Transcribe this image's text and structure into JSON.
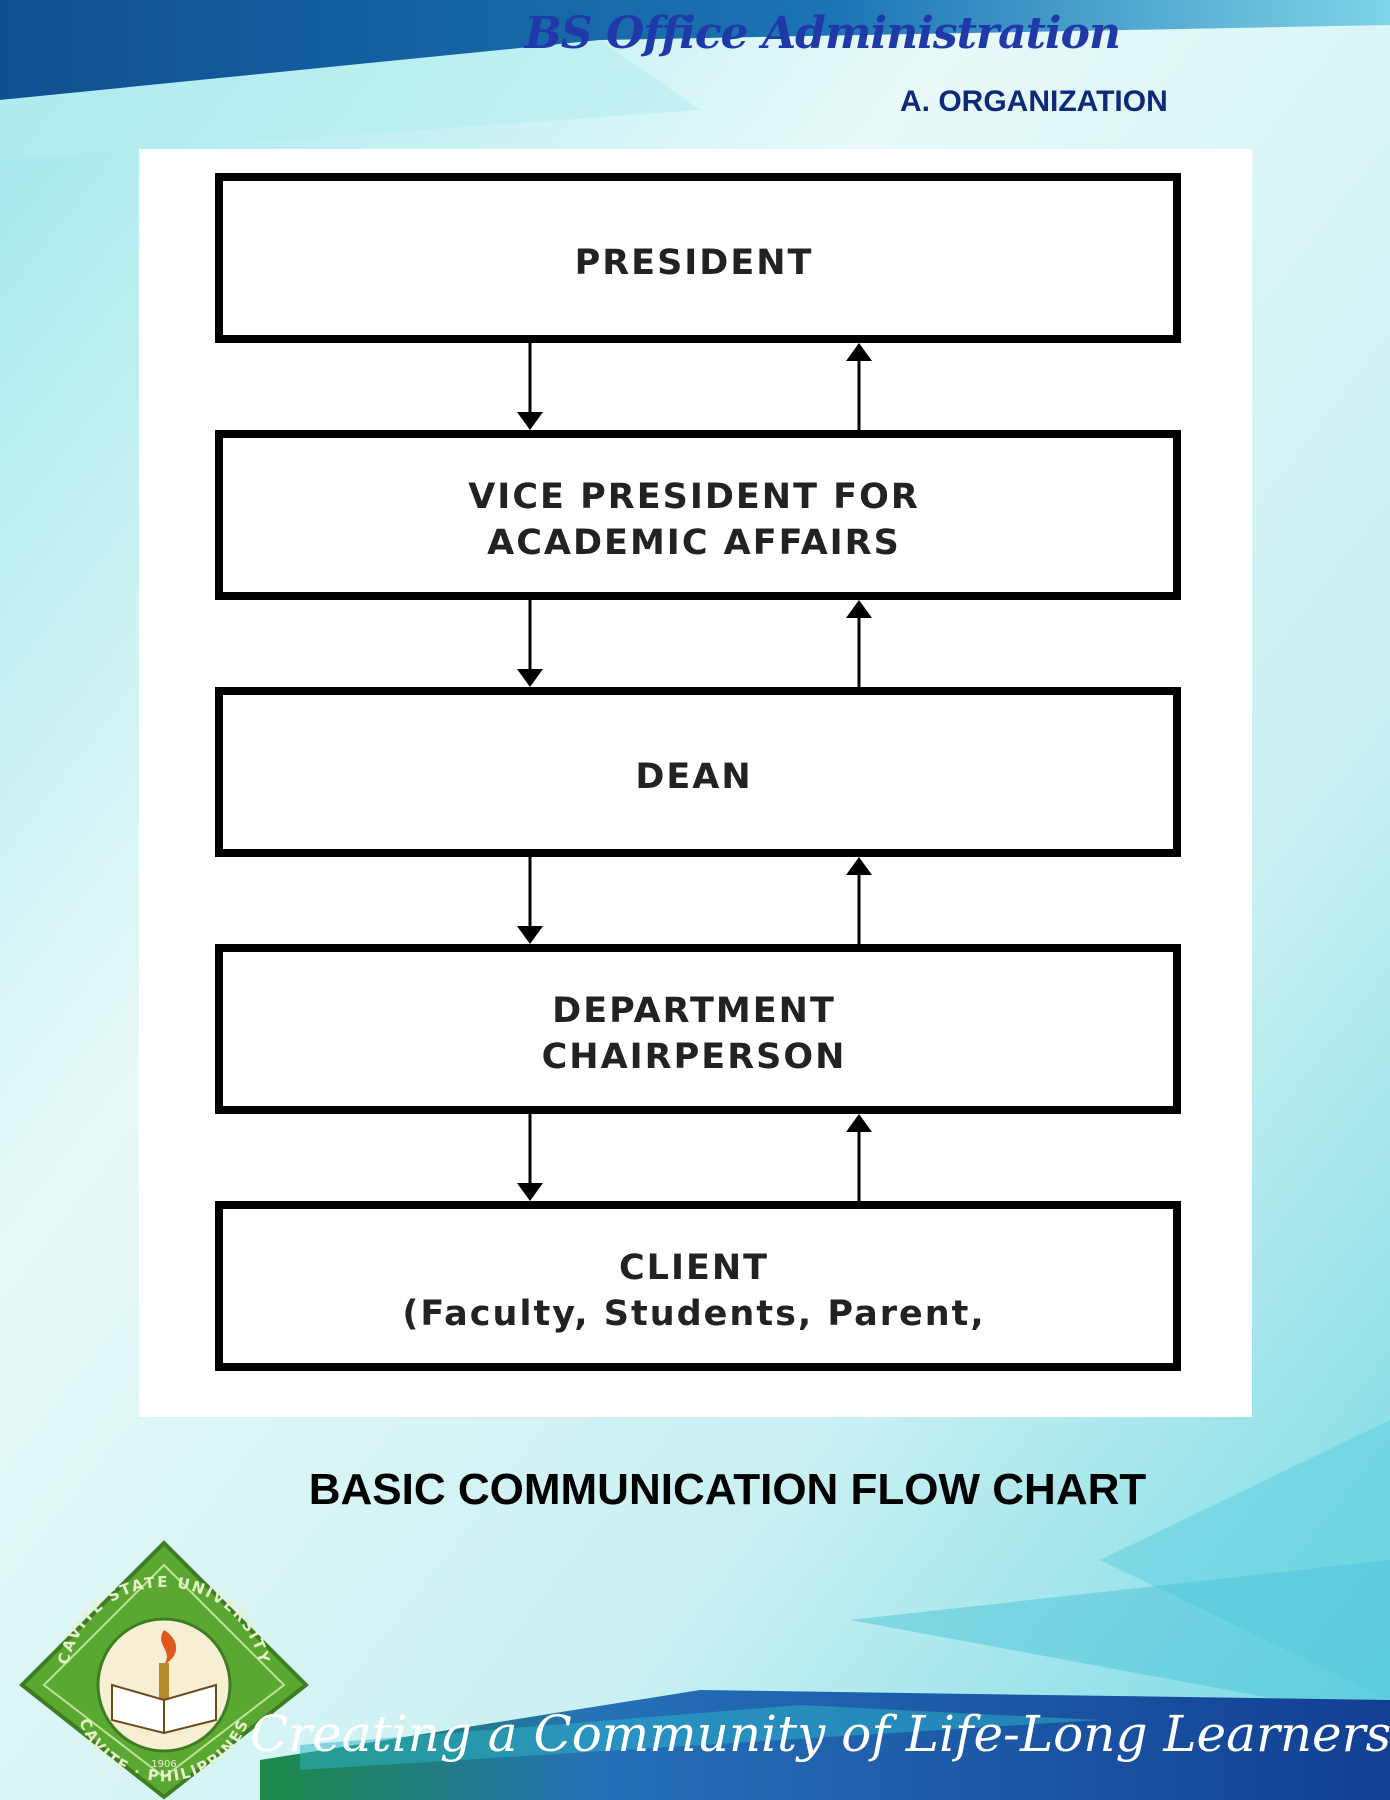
{
  "header": {
    "program": "BS Office Administration",
    "section": "A. ORGANIZATION"
  },
  "diagram": {
    "nodes": [
      {
        "id": "president",
        "lines": [
          "PRESIDENT"
        ]
      },
      {
        "id": "vpaa",
        "lines": [
          "VICE PRESIDENT  FOR",
          "ACADEMIC  AFFAIRS"
        ]
      },
      {
        "id": "dean",
        "lines": [
          "DEAN"
        ]
      },
      {
        "id": "chair",
        "lines": [
          "DEPARTMENT",
          "CHAIRPERSON"
        ]
      },
      {
        "id": "client",
        "lines": [
          "CLIENT",
          "(Faculty,  Students,  Parent,"
        ]
      }
    ],
    "edges": [
      {
        "from": "president",
        "to": "vpaa"
      },
      {
        "from": "vpaa",
        "to": "president"
      },
      {
        "from": "vpaa",
        "to": "dean"
      },
      {
        "from": "dean",
        "to": "vpaa"
      },
      {
        "from": "dean",
        "to": "chair"
      },
      {
        "from": "chair",
        "to": "dean"
      },
      {
        "from": "chair",
        "to": "client"
      },
      {
        "from": "client",
        "to": "chair"
      }
    ]
  },
  "caption": "BASIC COMMUNICATION FLOW CHART",
  "footer": {
    "seal_top": "CAVITE STATE UNIVERSITY",
    "seal_bottom": "CAVITE · PHILIPPINES",
    "seal_year": "1906",
    "tagline": "Creating a Community of Life-Long Learners"
  },
  "colors": {
    "header_blue": "#1f3aa8",
    "band_blue": "#1756a8",
    "seal_green": "#5aa832",
    "box_stroke": "#000000"
  }
}
